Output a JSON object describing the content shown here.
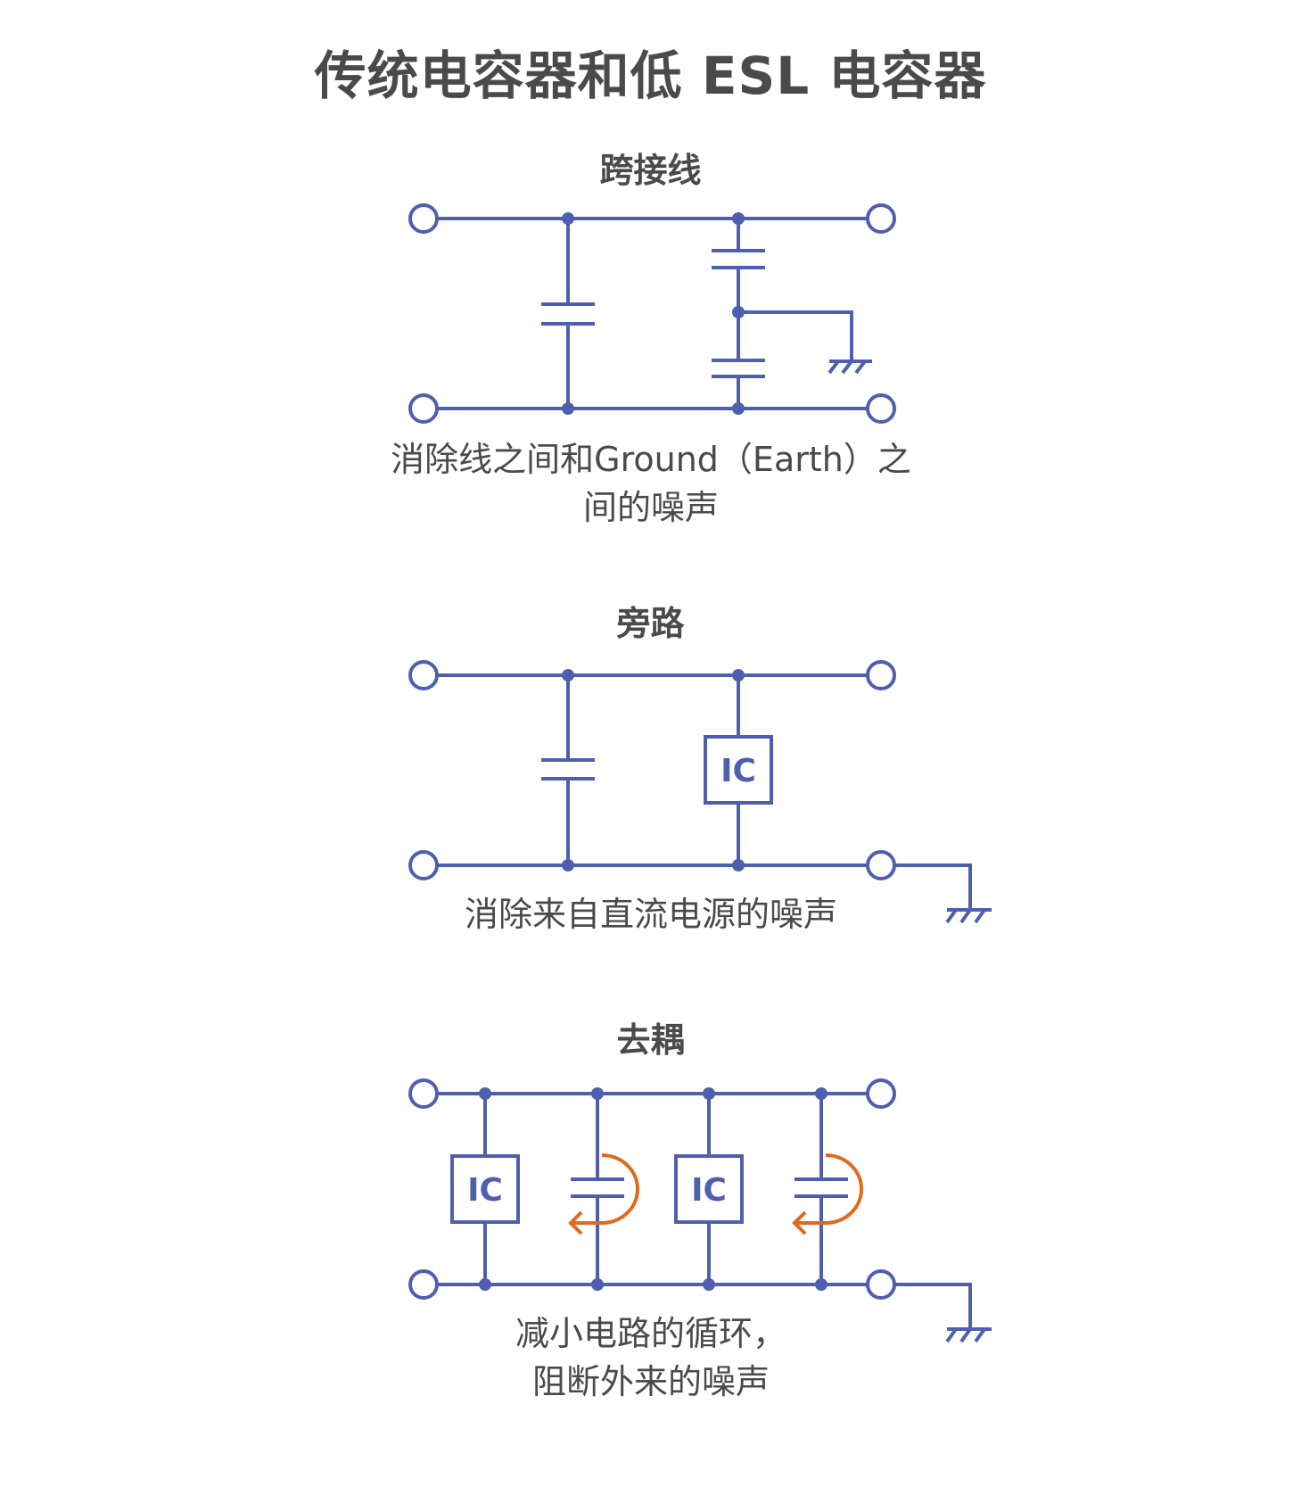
{
  "title": "传统电容器和低 ESL 电容器",
  "colors": {
    "wire": "#4f5fb0",
    "loop": "#e0691e",
    "text": "#4a4a4a"
  },
  "sections": [
    {
      "heading": "跨接线",
      "description_lines": [
        "消除线之间和Ground（Earth）之",
        "间的噪声"
      ]
    },
    {
      "heading": "旁路",
      "description_lines": [
        "消除来自直流电源的噪声"
      ],
      "ic_label": "IC"
    },
    {
      "heading": "去耦",
      "description_lines": [
        "减小电路的循环，",
        "阻断外来的噪声"
      ],
      "ic_labels": [
        "IC",
        "IC"
      ]
    }
  ]
}
